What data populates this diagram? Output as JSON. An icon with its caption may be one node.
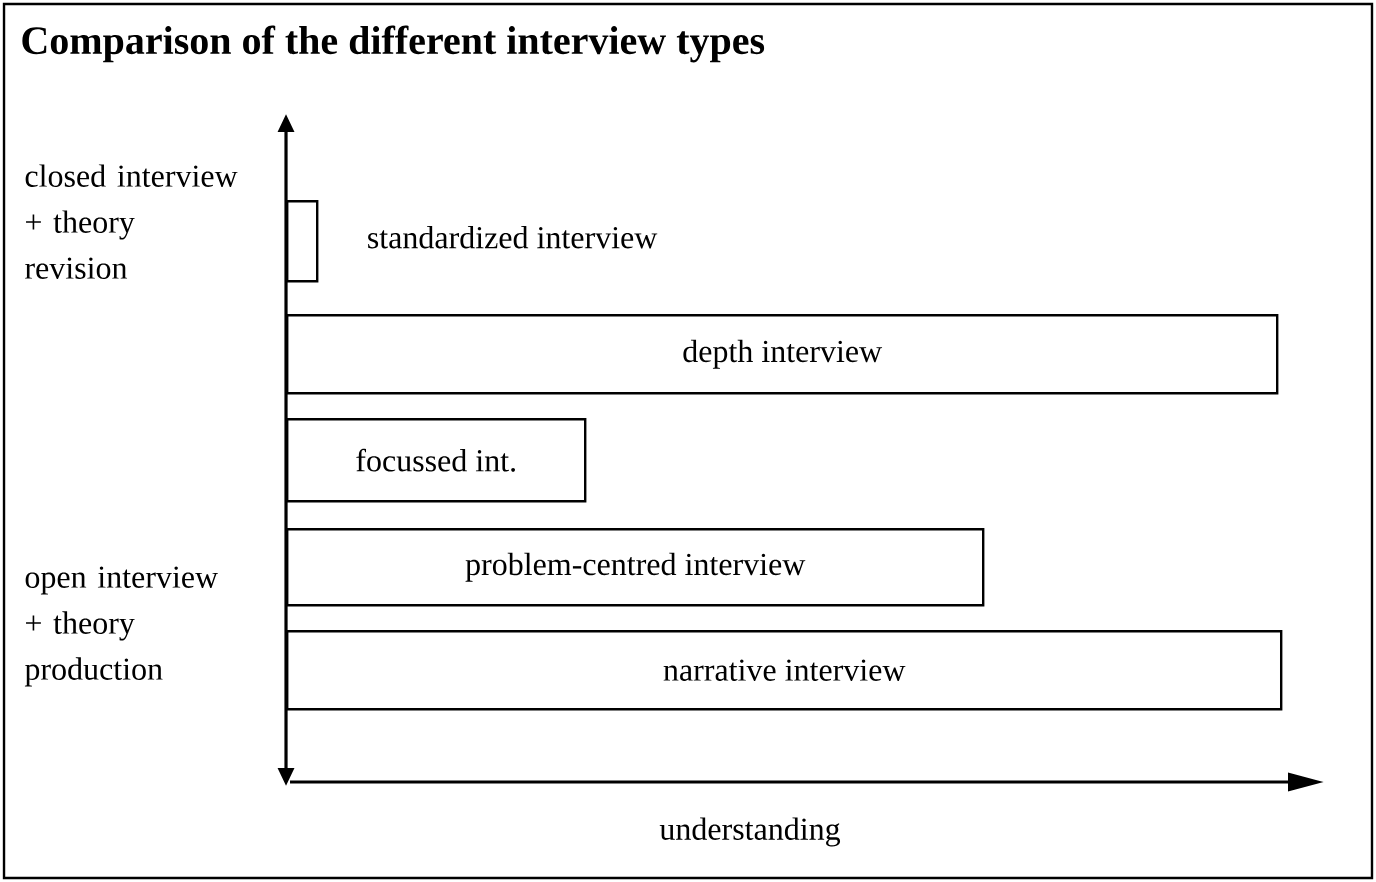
{
  "diagram": {
    "title": "Comparison of the different interview types",
    "nodes": [
      {
        "text": [],
        "shape": "bar",
        "beside": [
          "standardized interview"
        ]
      },
      {
        "text": [
          "depth interview"
        ]
      },
      {
        "text": [
          "focussed int."
        ]
      },
      {
        "text": [
          "problem-centred interview"
        ]
      },
      {
        "text": [
          "narrative interview"
        ]
      }
    ],
    "labels": [
      "closed interview + theory revision",
      "open interview + theory production",
      "understanding"
    ]
  }
}
